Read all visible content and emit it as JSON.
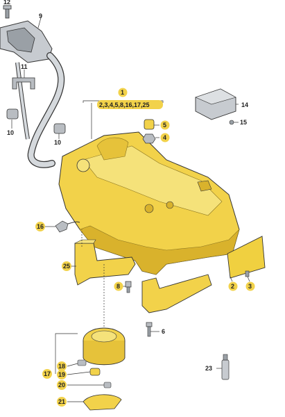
{
  "callouts": {
    "c1": "1",
    "c1_list": "2,3,4,5,8,16,17,25",
    "c2": "2",
    "c3": "3",
    "c4": "4",
    "c5": "5",
    "c6": "6",
    "c8": "8",
    "c9": "9",
    "c10a": "10",
    "c10b": "10",
    "c11": "11",
    "c12": "12",
    "c14": "14",
    "c15": "15",
    "c16": "16",
    "c17": "17",
    "c18": "18",
    "c19": "19",
    "c20": "20",
    "c21": "21",
    "c23": "23",
    "c25": "25"
  },
  "colors": {
    "tank_fill": "#f2d24a",
    "tank_shade": "#d9b22c",
    "highlight": "#f5e27a",
    "outline": "#333333",
    "grey_part": "#b9bdc2"
  }
}
